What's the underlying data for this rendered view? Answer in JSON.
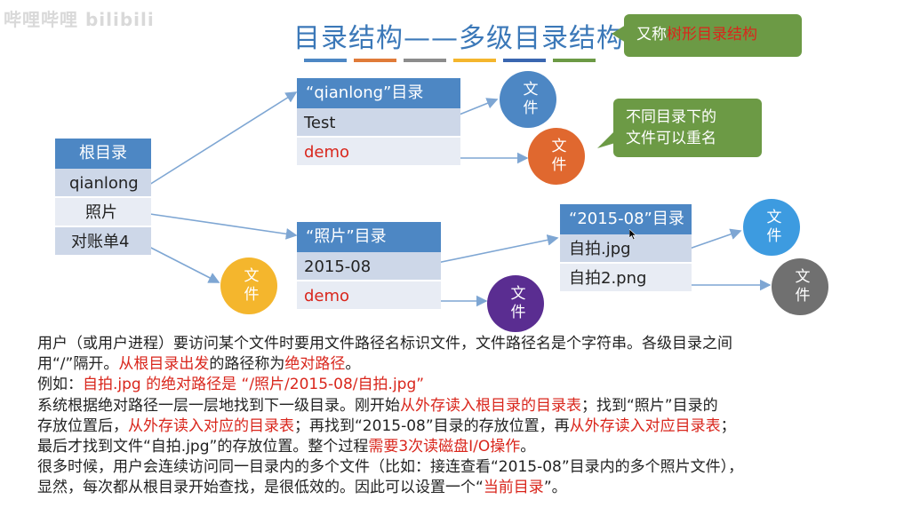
{
  "watermark": "哔哩哔哩 bilibili",
  "title": "目录结构——多级目录结构",
  "title_color": "#3b78b8",
  "color_bars": [
    "#4d87c4",
    "#e07b39",
    "#8c8c8c",
    "#f4b62d",
    "#3a66b0",
    "#6c9a45"
  ],
  "callout_tree": {
    "prefix": "又称",
    "highlight": "树形目录结构"
  },
  "callout_dup": {
    "line1": "不同目录下的",
    "line2": "文件可以重名"
  },
  "root_table": {
    "header": "根目录",
    "rows": [
      "qianlong",
      "照片",
      "对账单4"
    ]
  },
  "qianlong_table": {
    "header": "“qianlong”目录",
    "rows": [
      "Test",
      "demo"
    ]
  },
  "photo_table": {
    "header": "“照片”目录",
    "rows": [
      "2015-08",
      "demo"
    ]
  },
  "date_table": {
    "header": "“2015-08”目录",
    "rows": [
      "自拍.jpg",
      "自拍2.png"
    ]
  },
  "file_label": "文件",
  "file_colors": {
    "qianlong_test": "#4d87c4",
    "qianlong_demo": "#e0682f",
    "root_bill": "#f4b62d",
    "photo_demo": "#5a2d91",
    "selfie_jpg": "#3d9be0",
    "selfie_png": "#707070"
  },
  "paragraph": {
    "l1": "用户（或用户进程）要访问某个文件时要用文件路径名标识文件，文件路径名是个字符串。各级目录之间",
    "l2a": "用“/”隔开。",
    "l2b": "从根目录出发",
    "l2c": "的路径称为",
    "l2d": "绝对路径",
    "l2e": "。",
    "l3a": "例如：",
    "l3b": "自拍.jpg 的绝对路径是 “/照片/2015-08/自拍.jpg”",
    "l4a": "系统根据绝对路径一层一层地找到下一级目录。刚开始",
    "l4b": "从外存读入根目录的目录表",
    "l4c": "；找到“照片”目录的",
    "l5a": "存放位置后，",
    "l5b": "从外存读入对应的目录表",
    "l5c": "；再找到“2015-08”目录的存放位置，再",
    "l5d": "从外存读入对应目录表",
    "l5e": "；",
    "l6a": "最后才找到文件“自拍.jpg”的存放位置。整个过程",
    "l6b": "需要3次读磁盘I/O操作",
    "l6c": "。",
    "l7": "很多时候，用户会连续访问同一目录内的多个文件（比如：接连查看“2015-08”目录内的多个照片文件），",
    "l8a": "显然，每次都从根目录开始查找，是很低效的。因此可以设置一个“",
    "l8b": "当前目录",
    "l8c": "”。"
  }
}
